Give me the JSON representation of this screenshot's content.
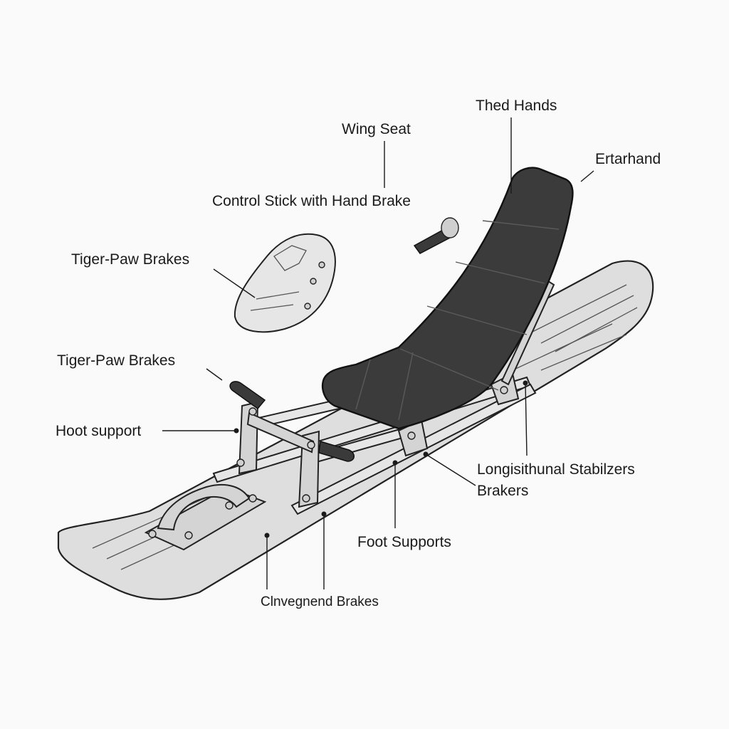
{
  "labels": {
    "thed_hands": "Thed Hands",
    "wing_seat": "Wing Seat",
    "ertarhand": "Ertarhand",
    "control_stick": "Control Stick with Hand Brake",
    "tiger_paw_1": "Tiger-Paw Brakes",
    "tiger_paw_2": "Tiger-Paw Brakes",
    "hoot_support": "Hoot support",
    "longitudinal_line1": "Longisithunal Stabilzers",
    "longitudinal_line2": "Brakers",
    "foot_supports": "Foot Supports",
    "clnvegnend": "Clnvegnend Brakes"
  },
  "colors": {
    "seat": "#3b3b3b",
    "board": "#dedede",
    "frame": "#e6e6e6",
    "outline": "#222222",
    "text": "#1a1a1a",
    "background": "#fafafa"
  }
}
